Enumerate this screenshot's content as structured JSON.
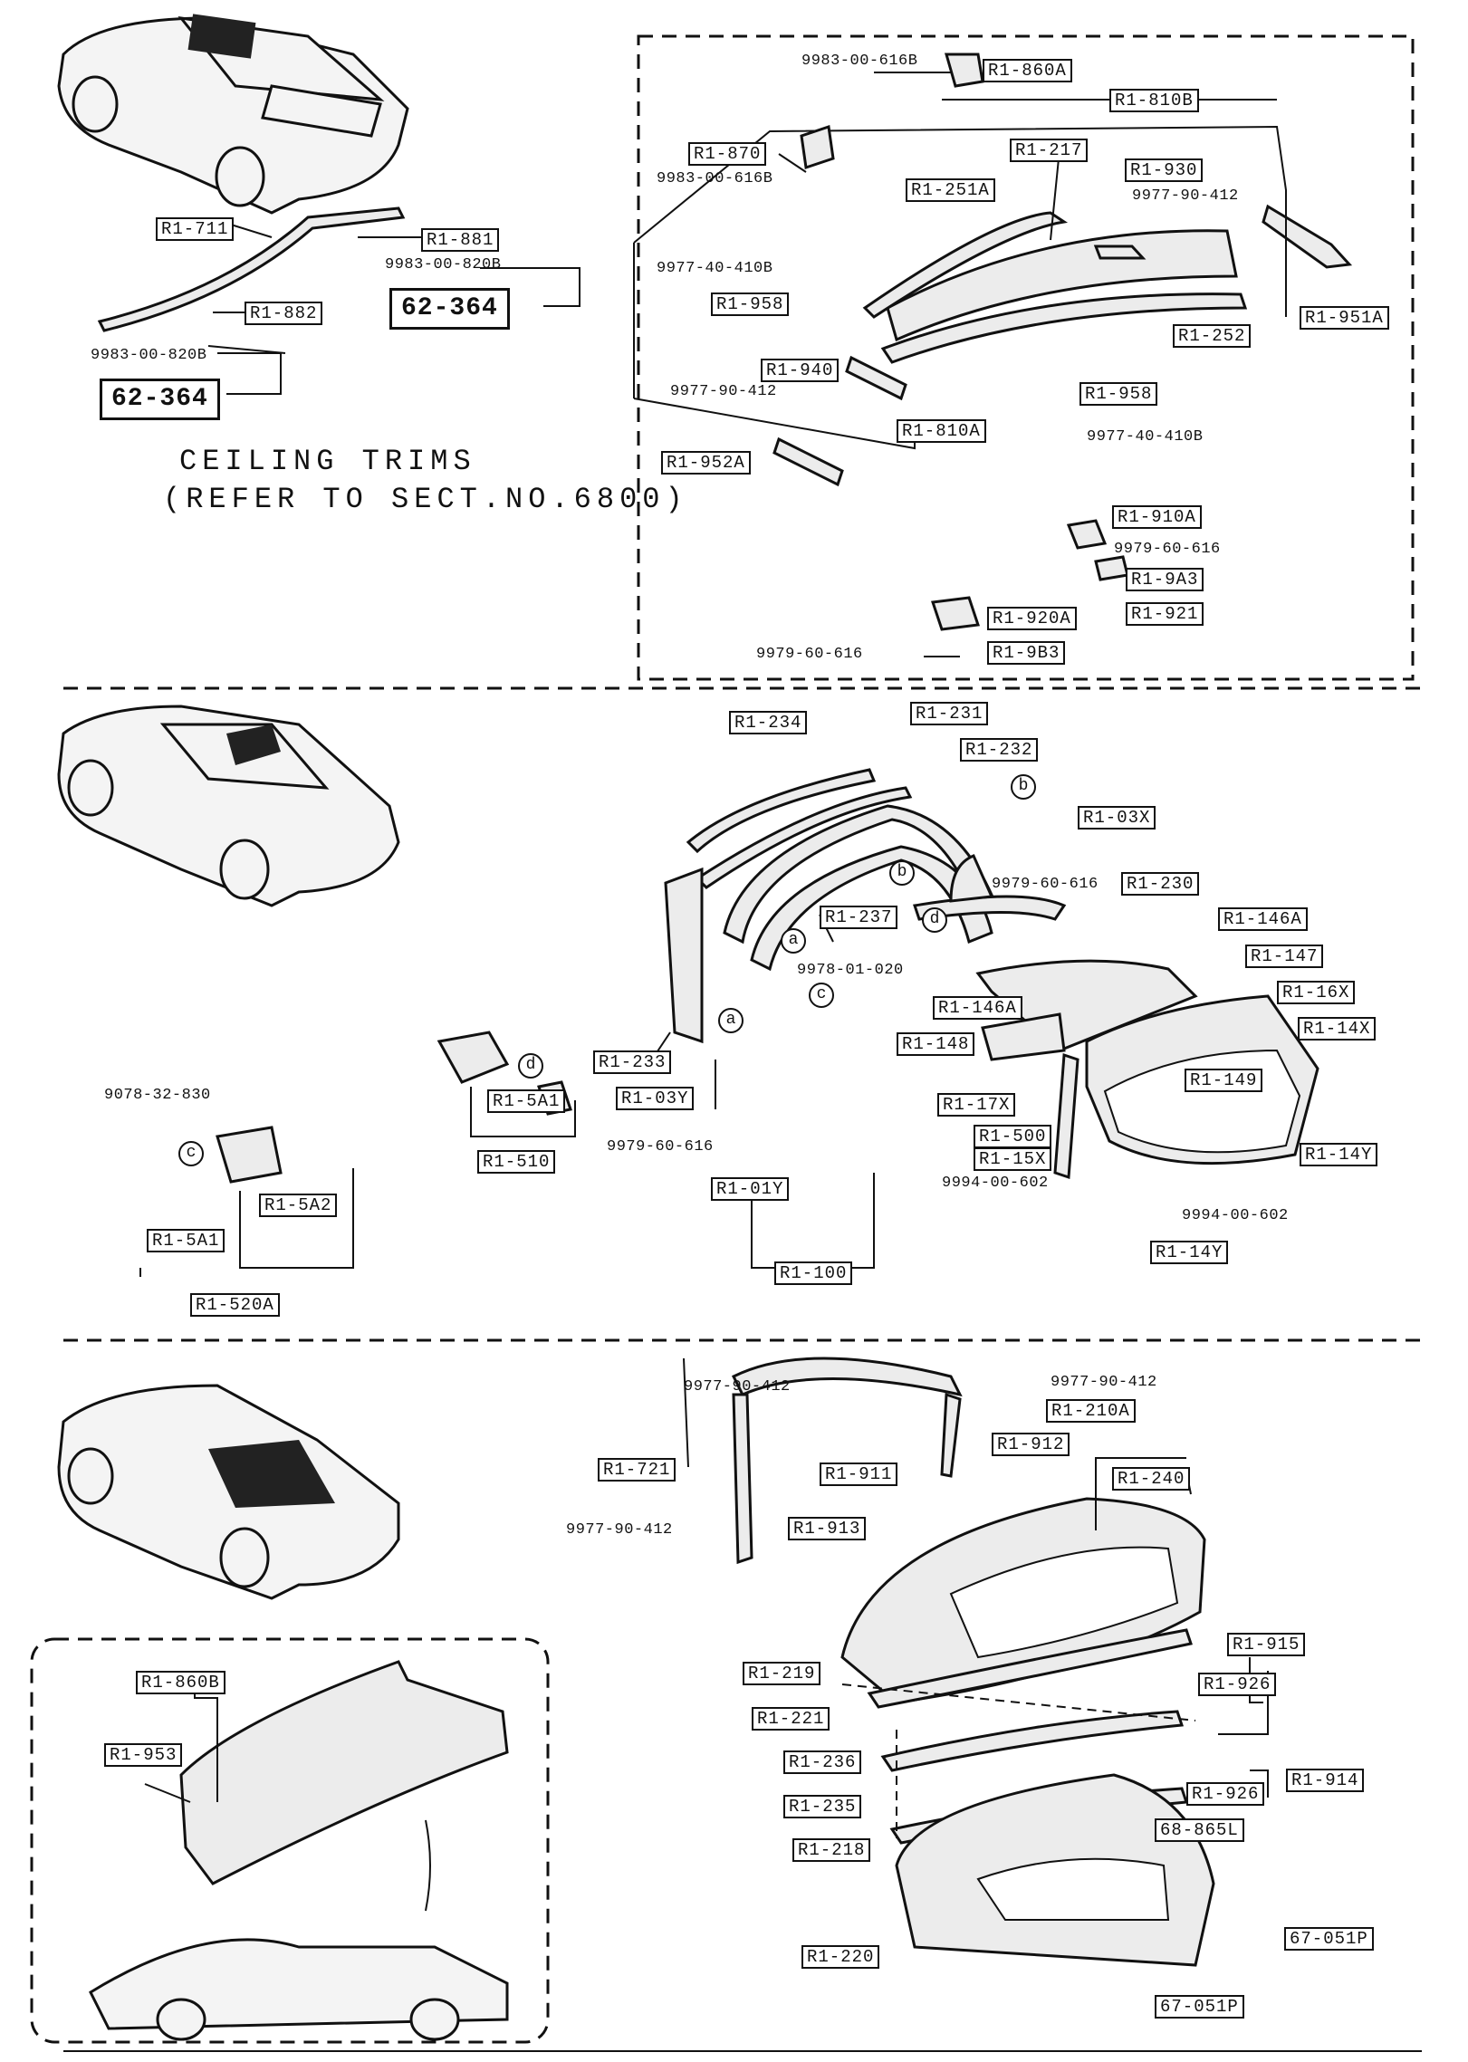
{
  "section1": {
    "ceiling_heading_line1": "CEILING TRIMS",
    "ceiling_heading_line2": "(REFER TO SECT.NO.6800)",
    "labels": {
      "r1_711": "R1-711",
      "r1_881": "R1-881",
      "r1_882": "R1-882",
      "ref_62_364_a": "62-364",
      "ref_62_364_b": "62-364",
      "r1_860a": "R1-860A",
      "r1_870": "R1-870",
      "r1_810b": "R1-810B",
      "r1_217": "R1-217",
      "r1_251a": "R1-251A",
      "r1_930": "R1-930",
      "r1_958_a": "R1-958",
      "r1_958_b": "R1-958",
      "r1_252": "R1-252",
      "r1_951a": "R1-951A",
      "r1_940": "R1-940",
      "r1_810a": "R1-810A",
      "r1_952a": "R1-952A",
      "r1_910a": "R1-910A",
      "r1_9a3": "R1-9A3",
      "r1_921": "R1-921",
      "r1_920a": "R1-920A",
      "r1_9b3": "R1-9B3"
    },
    "codes": {
      "c_9983_00_820b_a": "9983-00-820B",
      "c_9983_00_820b_b": "9983-00-820B",
      "c_9983_00_616b_a": "9983-00-616B",
      "c_9983_00_616b_b": "9983-00-616B",
      "c_9977_90_412_a": "9977-90-412",
      "c_9977_40_410b_a": "9977-40-410B",
      "c_9977_90_412_b": "9977-90-412",
      "c_9977_40_410b_b": "9977-40-410B",
      "c_9979_60_616_a": "9979-60-616",
      "c_9979_60_616_b": "9979-60-616"
    }
  },
  "section2": {
    "labels": {
      "r1_234": "R1-234",
      "r1_231": "R1-231",
      "r1_232": "R1-232",
      "r1_03x": "R1-03X",
      "r1_237": "R1-237",
      "r1_230": "R1-230",
      "r1_146a_a": "R1-146A",
      "r1_147": "R1-147",
      "r1_16x": "R1-16X",
      "r1_146a_b": "R1-146A",
      "r1_14x": "R1-14X",
      "r1_148": "R1-148",
      "r1_149": "R1-149",
      "r1_17x": "R1-17X",
      "r1_500": "R1-500",
      "r1_15x": "R1-15X",
      "r1_14y_a": "R1-14Y",
      "r1_14y_b": "R1-14Y",
      "r1_233": "R1-233",
      "r1_03y": "R1-03Y",
      "r1_01y": "R1-01Y",
      "r1_100": "R1-100",
      "r1_5a1_a": "R1-5A1",
      "r1_510": "R1-510",
      "r1_5a2": "R1-5A2",
      "r1_5a1_b": "R1-5A1",
      "r1_520a": "R1-520A"
    },
    "codes": {
      "c_9979_60_616_c": "9979-60-616",
      "c_9978_01_020": "9978-01-020",
      "c_9979_60_616_d": "9979-60-616",
      "c_9994_00_602_a": "9994-00-602",
      "c_9994_00_602_b": "9994-00-602",
      "c_9078_32_830": "9078-32-830"
    },
    "callouts": {
      "a1": "a",
      "a2": "a",
      "b1": "b",
      "b2": "b",
      "c1": "c",
      "c2": "c",
      "d1": "d",
      "d2": "d"
    }
  },
  "section3": {
    "labels": {
      "r1_210a": "R1-210A",
      "r1_912": "R1-912",
      "r1_721": "R1-721",
      "r1_911": "R1-911",
      "r1_240": "R1-240",
      "r1_913": "R1-913",
      "r1_915": "R1-915",
      "r1_219": "R1-219",
      "r1_926_a": "R1-926",
      "r1_221": "R1-221",
      "r1_236": "R1-236",
      "r1_914": "R1-914",
      "r1_926_b": "R1-926",
      "r1_235": "R1-235",
      "r1_218": "R1-218",
      "ref_68_865l": "68-865L",
      "r1_220": "R1-220",
      "ref_67_051p_a": "67-051P",
      "ref_67_051p_b": "67-051P",
      "r1_860b": "R1-860B",
      "r1_953": "R1-953"
    },
    "codes": {
      "c_9977_90_412_c": "9977-90-412",
      "c_9977_90_412_d": "9977-90-412",
      "c_9977_90_412_e": "9977-90-412"
    }
  }
}
